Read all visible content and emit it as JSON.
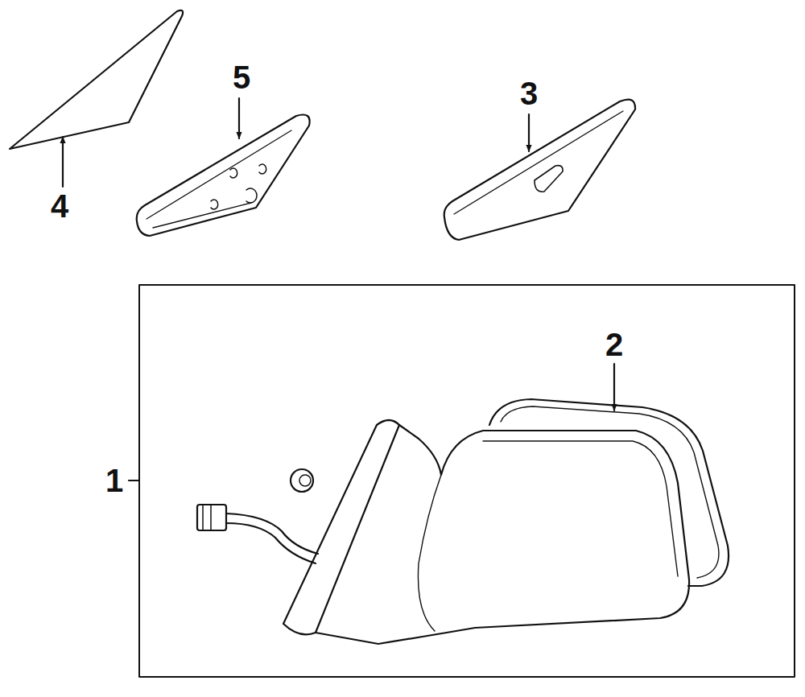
{
  "diagram": {
    "labels": [
      "5",
      "3",
      "4",
      "2",
      "1"
    ]
  }
}
